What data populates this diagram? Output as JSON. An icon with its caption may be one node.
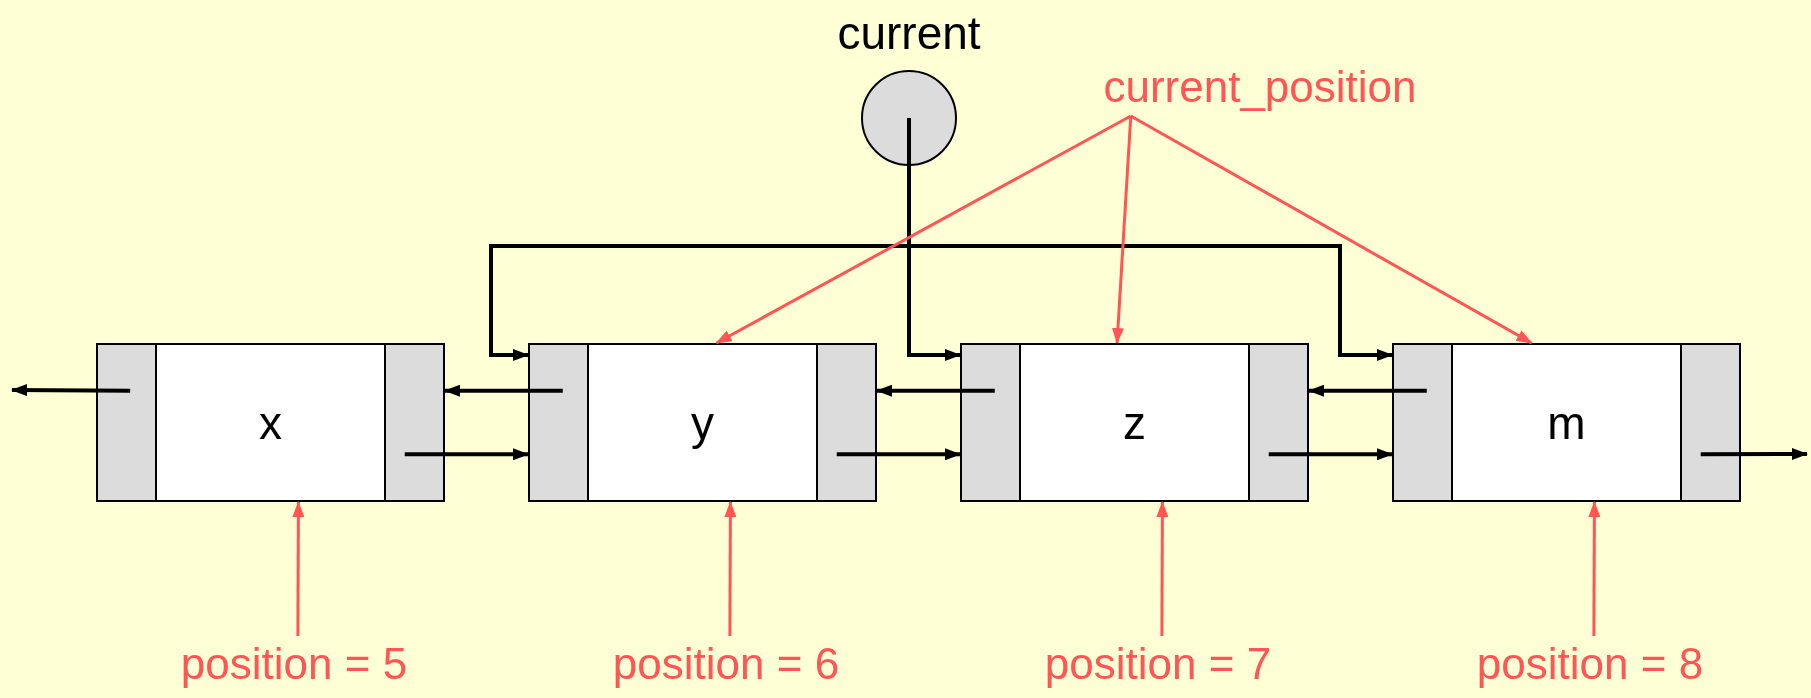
{
  "diagram": {
    "nodes": [
      {
        "text": [
          "current"
        ]
      },
      {
        "text": [
          "current_position"
        ]
      },
      {
        "text": [
          "x"
        ]
      },
      {
        "text": [],
        "shape": "box",
        "in": 2
      },
      {
        "text": [],
        "shape": "box",
        "in": 2
      },
      {
        "text": [
          "y"
        ]
      },
      {
        "text": [],
        "shape": "box",
        "in": 5
      },
      {
        "text": [],
        "shape": "box",
        "in": 5
      },
      {
        "text": [
          "z"
        ]
      },
      {
        "text": [],
        "shape": "box",
        "in": 8
      },
      {
        "text": [],
        "shape": "box",
        "in": 8
      },
      {
        "text": [
          "m"
        ]
      },
      {
        "text": [],
        "shape": "box",
        "in": 11
      },
      {
        "text": [],
        "shape": "box",
        "in": 11
      },
      {
        "text": [
          "position = 5"
        ]
      },
      {
        "text": [
          "position = 6"
        ]
      },
      {
        "text": [
          "position = 7"
        ]
      },
      {
        "text": [
          "position = 8"
        ]
      }
    ],
    "edges": [
      {
        "from": 3,
        "to": null,
        "arrow": "to"
      },
      {
        "from": 4,
        "to": 5,
        "arrow": "to"
      },
      {
        "from": 6,
        "to": 2,
        "arrow": "to"
      },
      {
        "from": 7,
        "to": 8,
        "arrow": "to"
      },
      {
        "from": 9,
        "to": 5,
        "arrow": "to"
      },
      {
        "from": 10,
        "to": 11,
        "arrow": "to"
      },
      {
        "from": 12,
        "to": 8,
        "arrow": "to"
      },
      {
        "from": 13,
        "to": null,
        "arrow": "to"
      },
      {
        "from": 5,
        "to": 11,
        "arrow": "both"
      },
      {
        "from": 0,
        "to": 8,
        "arrow": "to"
      },
      {
        "from": 1,
        "to": 5,
        "arrow": "to",
        "color": "#ff5555"
      },
      {
        "from": 1,
        "to": 8,
        "arrow": "to",
        "color": "#ff5555"
      },
      {
        "from": 1,
        "to": 11,
        "arrow": "to",
        "color": "#ff5555"
      },
      {
        "from": 14,
        "to": 2,
        "arrow": "to",
        "color": "#ff5555"
      },
      {
        "from": 15,
        "to": 5,
        "arrow": "to",
        "color": "#ff5555"
      },
      {
        "from": 16,
        "to": 8,
        "arrow": "to",
        "color": "#ff5555"
      },
      {
        "from": 17,
        "to": 11,
        "arrow": "to",
        "color": "#ff5555"
      }
    ]
  }
}
